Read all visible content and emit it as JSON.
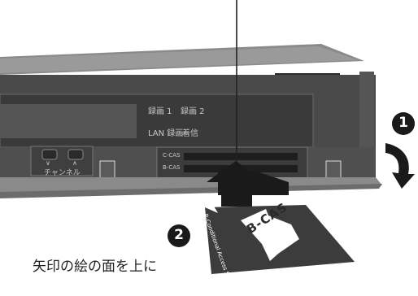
{
  "panel": {
    "rec1": "録画 1",
    "rec2": "録画 2",
    "lan_rec": "LAN 録画",
    "incoming": "着信",
    "ch_down": "∨",
    "ch_up": "∧",
    "channel": "チャンネル",
    "ccas": "C-CAS",
    "bcas": "B-CAS"
  },
  "card": {
    "arrow_text": "B-CAS",
    "side_text": "B-Conditional Access Systems"
  },
  "steps": {
    "step1": "1",
    "step2": "2",
    "instruction": "矢印の絵の面を上に"
  },
  "colors": {
    "body_dark": "#4a4a4a",
    "panel_dark": "#3a3a3a",
    "label_gray": "#c8c8c8",
    "card": "#3c3c3c",
    "badge": "#1a1a1a"
  }
}
